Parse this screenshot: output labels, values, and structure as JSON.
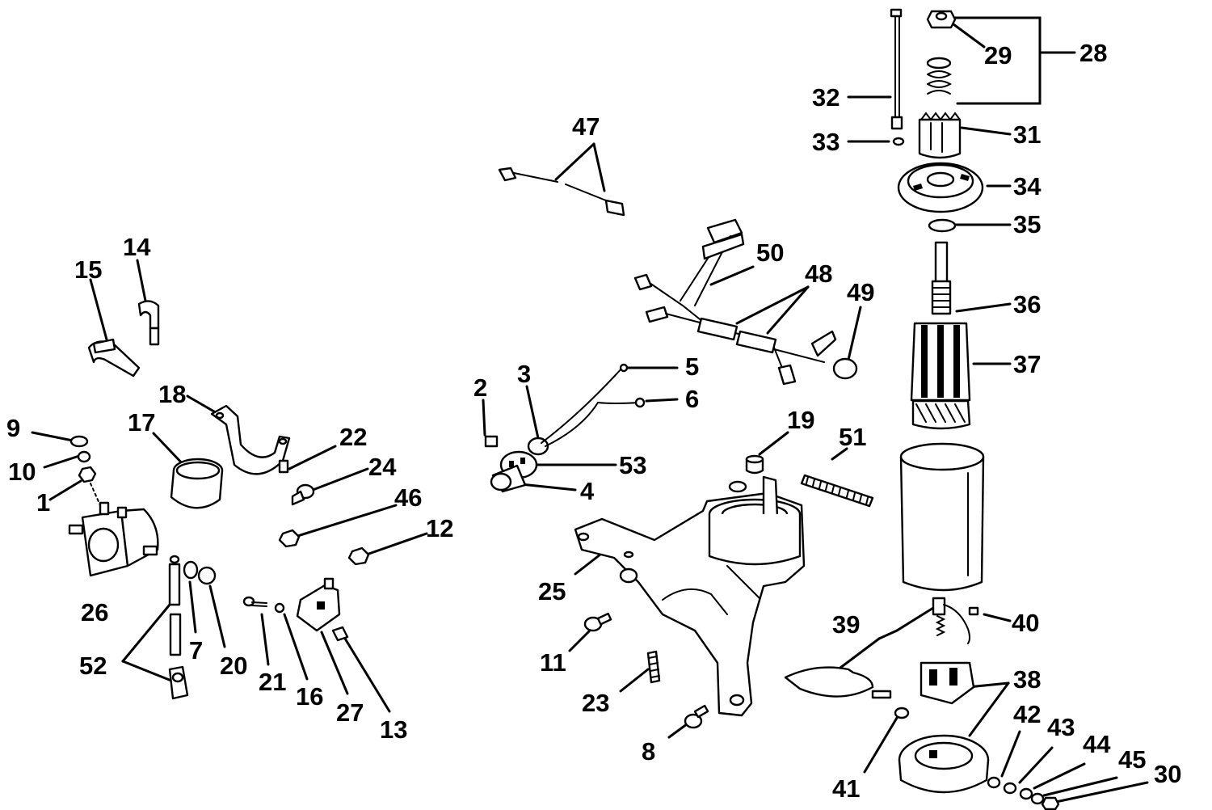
{
  "callouts": {
    "c1": "1",
    "c2": "2",
    "c3": "3",
    "c4": "4",
    "c5": "5",
    "c6": "6",
    "c7": "7",
    "c8": "8",
    "c9": "9",
    "c10": "10",
    "c11": "11",
    "c12": "12",
    "c13": "13",
    "c14": "14",
    "c15": "15",
    "c16": "16",
    "c17": "17",
    "c18": "18",
    "c19": "19",
    "c20": "20",
    "c21": "21",
    "c22": "22",
    "c23": "23",
    "c24": "24",
    "c25": "25",
    "c26": "26",
    "c27": "27",
    "c28": "28",
    "c29": "29",
    "c30": "30",
    "c31": "31",
    "c32": "32",
    "c33": "33",
    "c34": "34",
    "c35": "35",
    "c36": "36",
    "c37": "37",
    "c38": "38",
    "c39": "39",
    "c40": "40",
    "c41": "41",
    "c42": "42",
    "c43": "43",
    "c44": "44",
    "c45": "45",
    "c46": "46",
    "c47": "47",
    "c48": "48",
    "c49": "49",
    "c50": "50",
    "c51": "51",
    "c52": "52",
    "c53": "53"
  },
  "colors": {
    "line": "#000000",
    "background": "#ffffff"
  }
}
